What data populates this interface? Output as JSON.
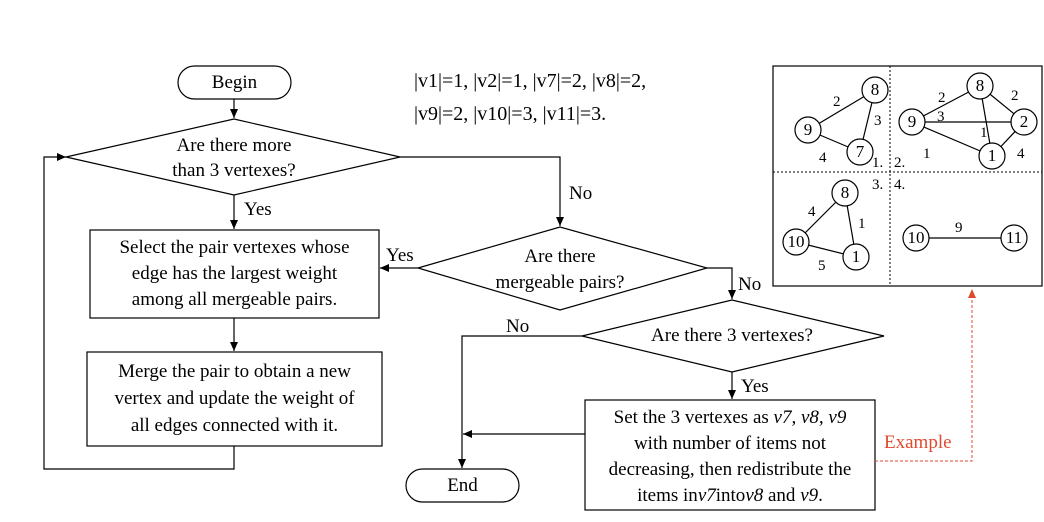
{
  "flowchart": {
    "begin": "Begin",
    "end": "End",
    "q_more_than_3": [
      "Are there more",
      "than 3 vertexes?"
    ],
    "q_mergeable": [
      "Are there",
      "mergeable pairs?"
    ],
    "q_three": "Are there 3 vertexes?",
    "select_pair": [
      "Select the pair vertexes whose",
      "edge has the largest weight",
      "among all mergeable pairs."
    ],
    "merge_pair": [
      "Merge the pair to obtain a new",
      "vertex and update the weight of",
      "all edges connected with it."
    ],
    "set_three": {
      "line1_prefix": "Set the 3 vertexes as ",
      "line1_vars": "v7, v8, v9",
      "line2": "with number of items not",
      "line3": "decreasing, then redistribute the",
      "line4_prefix": "items in",
      "line4_v7": "v7",
      "line4_into": "into",
      "line4_v8": "v8",
      "line4_and": " and ",
      "line4_v9": "v9",
      "line4_end": "."
    },
    "yes": "Yes",
    "no": "No",
    "example": "Example"
  },
  "sizes_text": {
    "line1": "|v1|=1,  |v2|=1,  |v7|=2,  |v8|=2,",
    "line2": "|v9|=2,  |v10|=3,  |v11|=3."
  },
  "example_panels": {
    "panel_labels": [
      "1.",
      "2.",
      "3.",
      "4."
    ],
    "panel1": {
      "nodes": [
        "8",
        "9",
        "7"
      ],
      "edges": [
        "2",
        "3",
        "4"
      ]
    },
    "panel2": {
      "nodes": [
        "8",
        "9",
        "2",
        "1"
      ],
      "edges": [
        "2",
        "2",
        "3",
        "1",
        "1",
        "4"
      ]
    },
    "panel3": {
      "nodes": [
        "8",
        "10",
        "1"
      ],
      "edges": [
        "4",
        "1",
        "5"
      ]
    },
    "panel4": {
      "nodes": [
        "10",
        "11"
      ],
      "edges": [
        "9"
      ]
    }
  },
  "colors": {
    "example_accent": "#e04a2f",
    "stroke": "#000000"
  }
}
